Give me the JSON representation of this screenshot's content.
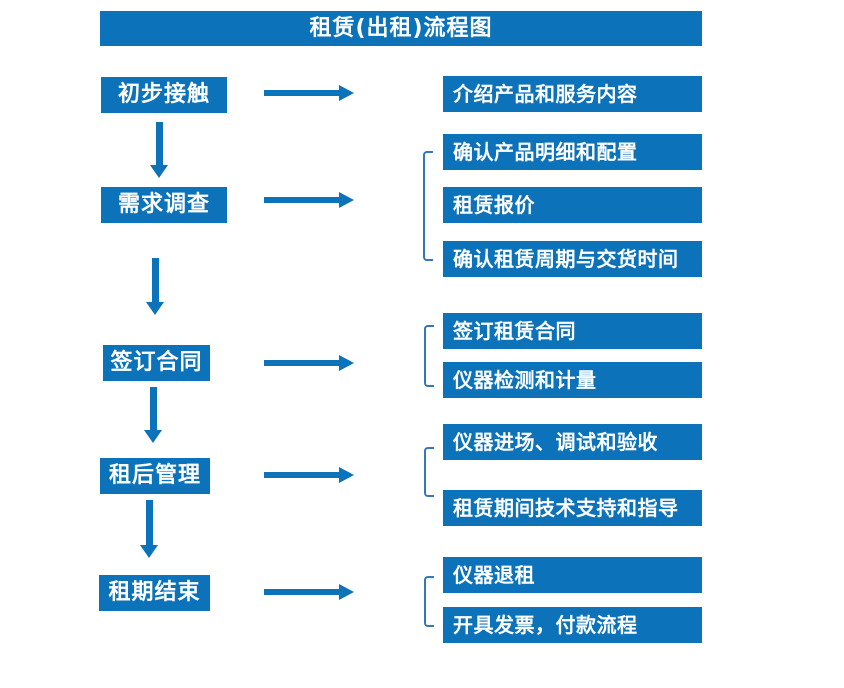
{
  "title": "租赁(出租)流程图",
  "colors": {
    "box_blue": "#0c72b9",
    "bracket_blue": "#3577b7",
    "text_white": "#ffffff",
    "background": "#ffffff"
  },
  "steps": [
    {
      "label": "初步接触",
      "details": [
        "介绍产品和服务内容"
      ]
    },
    {
      "label": "需求调查",
      "details": [
        "确认产品明细和配置",
        "租赁报价",
        "确认租赁周期与交货时间"
      ]
    },
    {
      "label": "签订合同",
      "details": [
        "签订租赁合同",
        "仪器检测和计量"
      ]
    },
    {
      "label": "租后管理",
      "details": [
        "仪器进场、调试和验收",
        "租赁期间技术支持和指导"
      ]
    },
    {
      "label": "租期结束",
      "details": [
        "仪器退租",
        "开具发票，付款流程"
      ]
    }
  ]
}
